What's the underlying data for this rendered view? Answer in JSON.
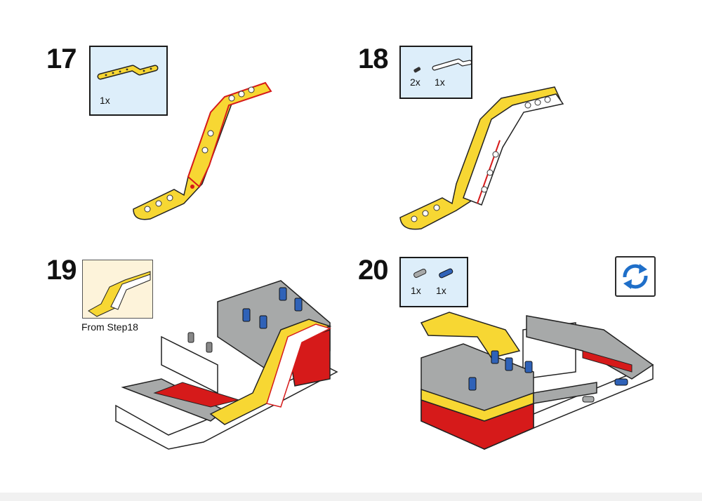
{
  "steps": [
    {
      "number": "17",
      "parts": [
        {
          "qty": "1x",
          "part": "bent-liftarm-yellow"
        }
      ]
    },
    {
      "number": "18",
      "parts": [
        {
          "qty": "2x",
          "part": "pin-black"
        },
        {
          "qty": "1x",
          "part": "bent-liftarm-white"
        }
      ]
    },
    {
      "number": "19",
      "callout": "From Step18"
    },
    {
      "number": "20",
      "parts": [
        {
          "qty": "1x",
          "part": "pin-grey"
        },
        {
          "qty": "1x",
          "part": "axle-pin-blue"
        }
      ]
    }
  ],
  "colors": {
    "yellow": "#f7d733",
    "red": "#d61a1a",
    "white": "#ffffff",
    "grey": "#a7a9a9",
    "blue": "#2f62b8",
    "parts_bg": "#ddeefa",
    "callout_bg": "#fdf3da",
    "rotate_icon": "#1f6fc9"
  },
  "icons": {
    "rotate": "rotate-arrows-icon"
  }
}
